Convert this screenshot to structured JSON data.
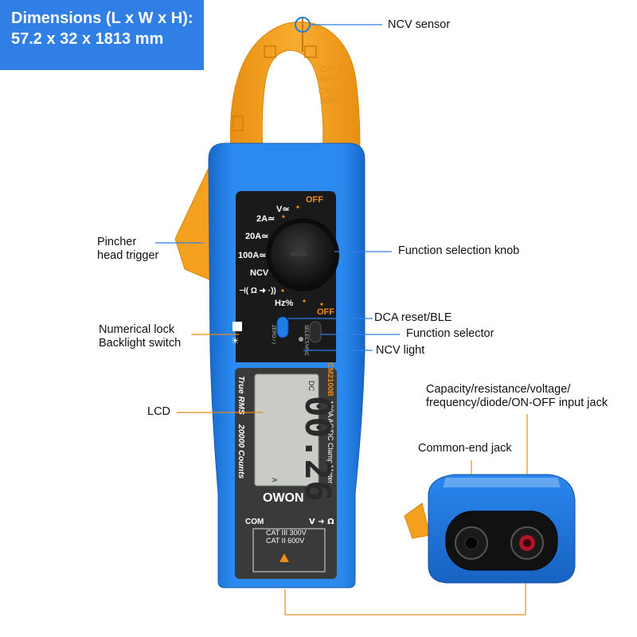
{
  "dimensions": {
    "line1": "Dimensions (L x W x H):",
    "line2": "57.2 x 32 x 1813 mm"
  },
  "callouts": {
    "ncv_sensor": "NCV sensor",
    "pincher_line1": "Pincher",
    "pincher_line2": "head trigger",
    "knob": "Function selection knob",
    "dca_reset": "DCA reset/BLE",
    "numlock_line1": "Numerical lock",
    "numlock_line2": "Backlight switch",
    "function_selector": "Function selector",
    "ncv_light": "NCV light",
    "lcd": "LCD",
    "input_line1": "Capacity/resistance/voltage/",
    "input_line2": "frequency/diode/ON-OFF input jack",
    "common_jack": "Common-end jack"
  },
  "meter": {
    "jaw_cat1": "CAT II",
    "jaw_cat1_v": "600V",
    "jaw_cat2": "CAT III",
    "jaw_cat2_v": "300V",
    "dial_off_top": "OFF",
    "dial_v": "V≃",
    "dial_2a": "2A≃",
    "dial_20a": "20A≃",
    "dial_100a": "100A≃",
    "dial_ncv": "NCV",
    "dial_res": "⊣( Ω ➜ ·))",
    "dial_hz": "Hz%",
    "dial_off_bottom": "OFF",
    "btn_zero": "ZERO / ᛒ",
    "btn_select": "SELECT/VF/C",
    "model": "CM2100B",
    "desc": "100A AC/DC Clamp Meter",
    "true_rms": "True RMS",
    "counts": "20000 Counts",
    "lcd_dc": "DC",
    "lcd_value": "00.26",
    "lcd_unit": "A",
    "brand": "OWON",
    "com": "COM",
    "input": "V ➜ Ω",
    "cat_a": "CAT III 300V",
    "cat_b": "CAT II 600V"
  },
  "colors": {
    "body_blue": "#1f7ee6",
    "jaw_orange": "#f5a01e",
    "panel_black": "#1a1a1a",
    "accent_orange": "#f08a1a",
    "lcd_gray": "#c9ccc6",
    "dim_box_blue": "#2f7fe6"
  }
}
